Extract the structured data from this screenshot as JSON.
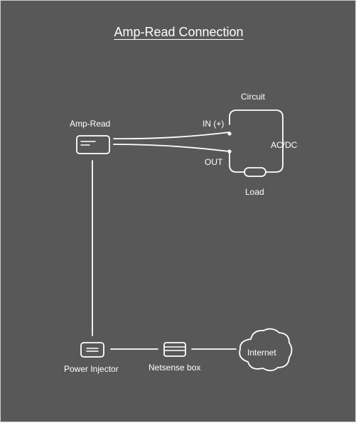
{
  "title": "Amp-Read Connection",
  "labels": {
    "circuit": "Circuit",
    "amp_read": "Amp-Read",
    "in_plus": "IN (+)",
    "ac_dc": "AC/DC",
    "out": "OUT",
    "load": "Load",
    "power_injector": "Power Injector",
    "netsense_box": "Netsense box",
    "internet": "Internet"
  },
  "colors": {
    "background": "#585858",
    "stroke": "#ffffff"
  }
}
